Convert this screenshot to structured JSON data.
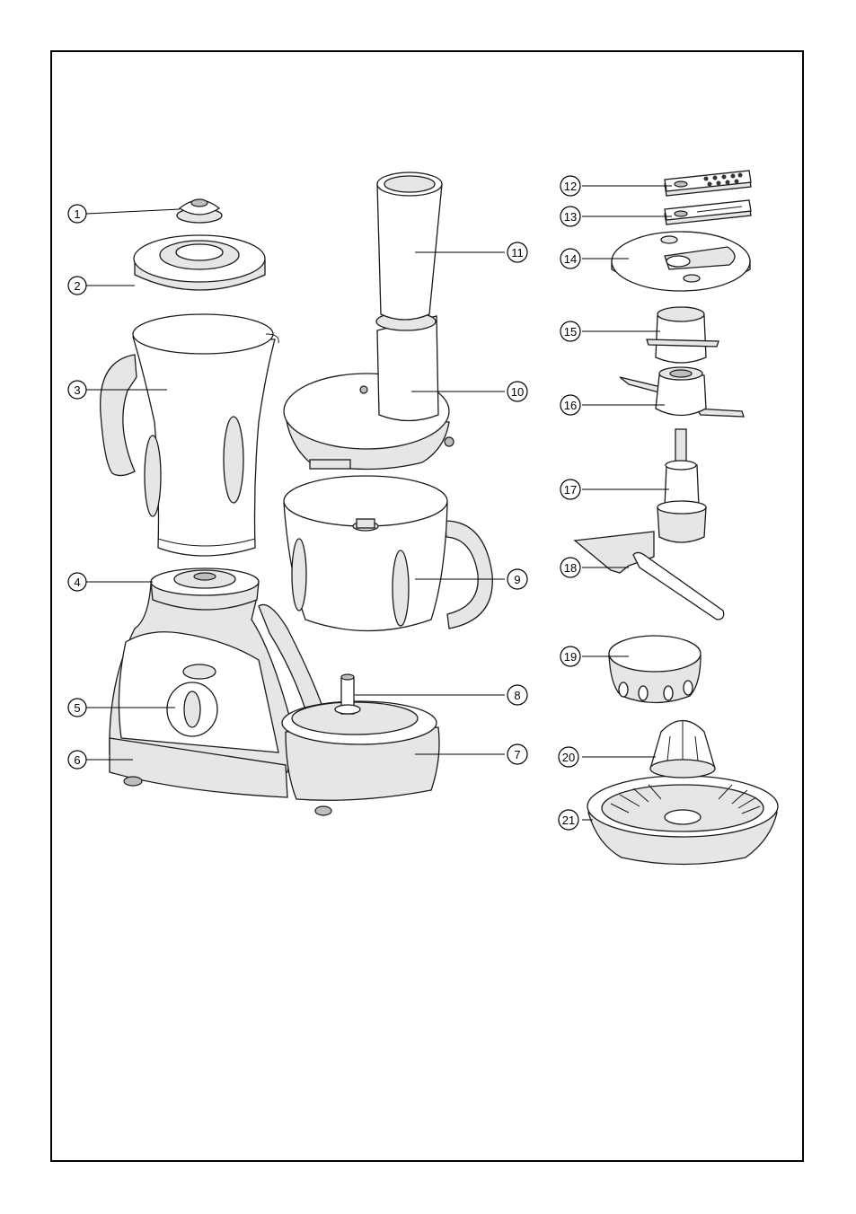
{
  "callouts": [
    {
      "num": "1"
    },
    {
      "num": "2"
    },
    {
      "num": "3"
    },
    {
      "num": "4"
    },
    {
      "num": "5"
    },
    {
      "num": "6"
    },
    {
      "num": "7"
    },
    {
      "num": "8"
    },
    {
      "num": "9"
    },
    {
      "num": "10"
    },
    {
      "num": "11"
    },
    {
      "num": "12"
    },
    {
      "num": "13"
    },
    {
      "num": "14"
    },
    {
      "num": "15"
    },
    {
      "num": "16"
    },
    {
      "num": "17"
    },
    {
      "num": "18"
    },
    {
      "num": "19"
    },
    {
      "num": "20"
    },
    {
      "num": "21"
    }
  ]
}
